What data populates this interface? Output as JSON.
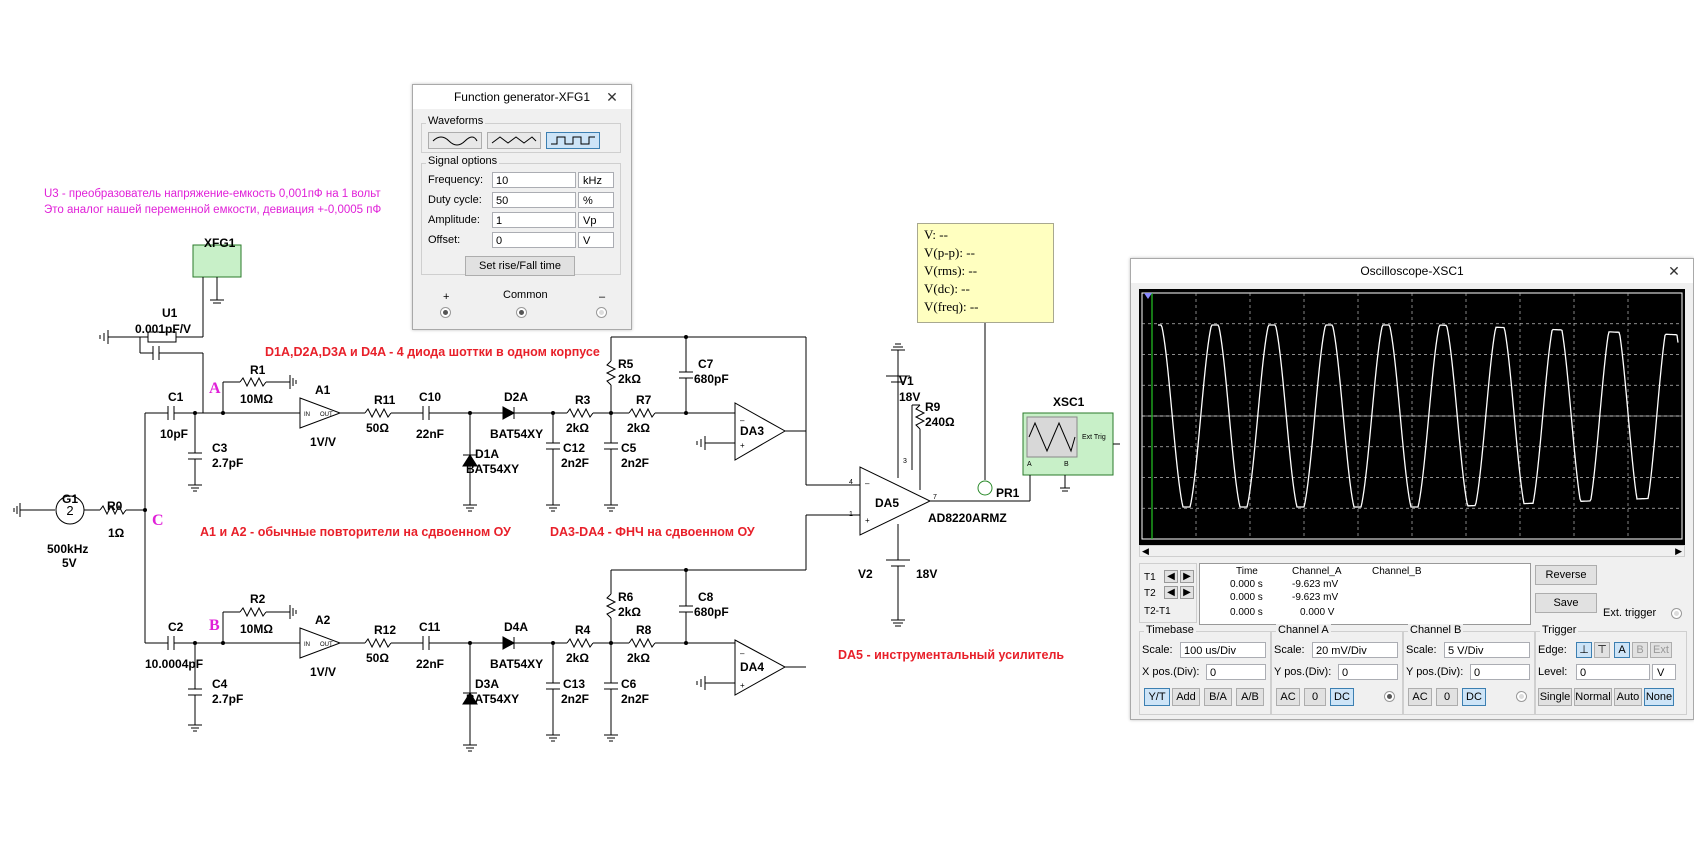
{
  "notes": {
    "u3_line1": "U3 - преобразователь напряжение-емкость 0,001пФ на 1 вольт",
    "u3_line2": "Это аналог нашей переменной емкости, девиация +-0,0005 пФ",
    "diodes": "D1A,D2A,D3A и D4A - 4 диода шоттки в одном корпусе",
    "repeaters": "A1 и A2 - обычные повторители на сдвоенном ОУ",
    "lpf": "DA3-DA4 - ФНЧ на сдвоенном ОУ",
    "inamp": "DA5 - инструментальный усилитель"
  },
  "nodes": {
    "a": "A",
    "b": "B",
    "c": "C"
  },
  "components": {
    "xfg1": "XFG1",
    "u1_name": "U1",
    "u1_val": "0.001pF/V",
    "g1_name": "G1",
    "g1_freq": "500kHz",
    "g1_amp": "5V",
    "r0_name": "R0",
    "r0_val": "1Ω",
    "c1_name": "C1",
    "c1_val": "10pF",
    "c2_name": "C2",
    "c2_val": "10.0004pF",
    "c3_name": "C3",
    "c3_val": "2.7pF",
    "c4_name": "C4",
    "c4_val": "2.7pF",
    "r1_name": "R1",
    "r1_val": "10MΩ",
    "r2_name": "R2",
    "r2_val": "10MΩ",
    "a1_name": "A1",
    "a1_val": "1V/V",
    "a2_name": "A2",
    "a2_val": "1V/V",
    "r11_name": "R11",
    "r11_val": "50Ω",
    "r12_name": "R12",
    "r12_val": "50Ω",
    "c10_name": "C10",
    "c10_val": "22nF",
    "c11_name": "C11",
    "c11_val": "22nF",
    "d2a_name": "D2A",
    "d2a_val": "BAT54XY",
    "d1a_name": "D1A",
    "d1a_val": "BAT54XY",
    "d4a_name": "D4A",
    "d4a_val": "BAT54XY",
    "d3a_name": "D3A",
    "d3a_val": "BAT54XY",
    "r3_name": "R3",
    "r3_val": "2kΩ",
    "r4_name": "R4",
    "r4_val": "2kΩ",
    "r5_name": "R5",
    "r5_val": "2kΩ",
    "r6_name": "R6",
    "r6_val": "2kΩ",
    "r7_name": "R7",
    "r7_val": "2kΩ",
    "r8_name": "R8",
    "r8_val": "2kΩ",
    "c12_name": "C12",
    "c12_val": "2n2F",
    "c13_name": "C13",
    "c13_val": "2n2F",
    "c5_name": "C5",
    "c5_val": "2n2F",
    "c6_name": "C6",
    "c6_val": "2n2F",
    "c7_name": "C7",
    "c7_val": "680pF",
    "c8_name": "C8",
    "c8_val": "680pF",
    "da3": "DA3",
    "da4": "DA4",
    "da5": "DA5",
    "da5_part": "AD8220ARMZ",
    "v1_name": "V1",
    "v1_val": "18V",
    "v2_name": "V2",
    "v2_val": "18V",
    "r9_name": "R9",
    "r9_val": "240Ω",
    "pr1": "PR1",
    "xsc1": "XSC1",
    "inamp_pin4": "4",
    "inamp_pin1": "1",
    "inamp_pin7": "7",
    "inamp_pin3": "3",
    "xsc_a": "A",
    "xsc_b": "B",
    "xsc_ext": "Ext Trig"
  },
  "function_generator": {
    "title": "Function generator-XFG1",
    "close": "✕",
    "waveforms_title": "Waveforms",
    "signal_title": "Signal options",
    "selected_waveform": "square",
    "rows": [
      {
        "label": "Frequency:",
        "value": "10",
        "unit": "kHz"
      },
      {
        "label": "Duty cycle:",
        "value": "50",
        "unit": "%"
      },
      {
        "label": "Amplitude:",
        "value": "1",
        "unit": "Vp"
      },
      {
        "label": "Offset:",
        "value": "0",
        "unit": "V"
      }
    ],
    "rise_button": "Set rise/Fall time",
    "plus": "+",
    "common": "Common",
    "minus": "–"
  },
  "probe": {
    "v": "V: --",
    "vpp": "V(p-p): --",
    "vrms": "V(rms): --",
    "vdc": "V(dc): --",
    "vfreq": "V(freq): --"
  },
  "oscilloscope": {
    "title": "Oscilloscope-XSC1",
    "close": "✕",
    "header": {
      "time": "Time",
      "cha": "Channel_A",
      "chb": "Channel_B"
    },
    "t1": "T1",
    "t2": "T2",
    "t2t1": "T2-T1",
    "rows": [
      {
        "time": "0.000 s",
        "cha": "-9.623 mV",
        "chb": ""
      },
      {
        "time": "0.000 s",
        "cha": "-9.623 mV",
        "chb": ""
      },
      {
        "time": "0.000 s",
        "cha": "0.000 V",
        "chb": ""
      }
    ],
    "reverse": "Reverse",
    "save": "Save",
    "ext_trigger": "Ext. trigger",
    "timebase": {
      "title": "Timebase",
      "scale_label": "Scale:",
      "scale": "100 us/Div",
      "xpos_label": "X pos.(Div):",
      "xpos": "0",
      "b1": "Y/T",
      "b2": "Add",
      "b3": "B/A",
      "b4": "A/B"
    },
    "channel_a": {
      "title": "Channel A",
      "scale_label": "Scale:",
      "scale": "20 mV/Div",
      "ypos_label": "Y pos.(Div):",
      "ypos": "0",
      "ac": "AC",
      "zero": "0",
      "dc": "DC"
    },
    "channel_b": {
      "title": "Channel B",
      "scale_label": "Scale:",
      "scale": "5  V/Div",
      "ypos_label": "Y pos.(Div):",
      "ypos": "0",
      "ac": "AC",
      "zero": "0",
      "dc": "DC"
    },
    "trigger": {
      "title": "Trigger",
      "edge_label": "Edge:",
      "level_label": "Level:",
      "level": "0",
      "level_unit": "V",
      "a": "A",
      "b": "B",
      "ext": "Ext",
      "single": "Single",
      "normal": "Normal",
      "auto": "Auto",
      "none": "None"
    }
  }
}
